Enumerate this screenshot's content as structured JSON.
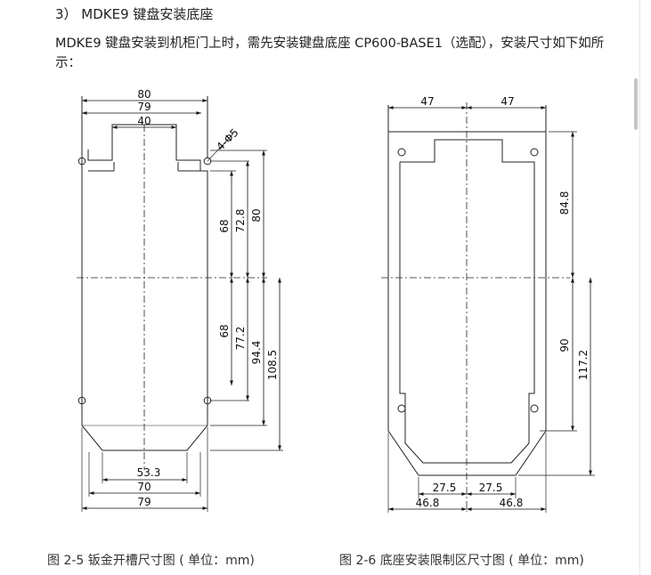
{
  "section": {
    "heading": "3） MDKE9 键盘安装底座"
  },
  "paragraph": "MDKE9 键盘安装到机柜门上时，需先安装键盘底座 CP600-BASE1（选配），安装尺寸如下如所示：",
  "figure_left": {
    "caption": "图 2-5 钣金开槽尺寸图 ( 单位：mm)",
    "dims": {
      "w80": "80",
      "w79_top": "79",
      "w40": "40",
      "hole": "4-Φ5",
      "h68_a": "68",
      "h72_8": "72.8",
      "h80": "80",
      "h68_b": "68",
      "h77_2": "77.2",
      "h94_4": "94.4",
      "h108_5": "108.5",
      "w53_3": "53.3",
      "w70": "70",
      "w79_bot": "79"
    }
  },
  "figure_right": {
    "caption": "图 2-6 底座安装限制区尺寸图 ( 单位：mm)",
    "dims": {
      "w47_l": "47",
      "w47_r": "47",
      "h84_8": "84.8",
      "h90": "90",
      "h117_2": "117.2",
      "w27_5_l": "27.5",
      "w27_5_r": "27.5",
      "w46_8_l": "46.8",
      "w46_8_r": "46.8"
    }
  }
}
